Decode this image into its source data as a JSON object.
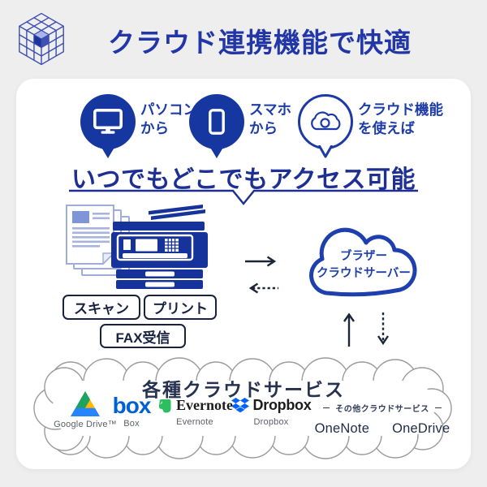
{
  "colors": {
    "background": "#eeeeef",
    "card": "#ffffff",
    "brand_blue": "#16379f",
    "title_blue": "#2236a8",
    "headline_navy": "#1d2f92",
    "dark_navy": "#18223f",
    "cloud_outline_blue": "#1e3fae",
    "services_border_gray": "#9b9b9b",
    "box_blue": "#0061d5",
    "dropbox_blue": "#0062ff",
    "evernote_green": "#2dbe60",
    "gdrive_green": "#1da261",
    "gdrive_yellow": "#ffba00",
    "gdrive_blue": "#2684fc"
  },
  "icons": {
    "header_logo": "isometric-cube-wireframe",
    "bubble1": "monitor-icon",
    "bubble2": "smartphone-icon",
    "bubble3": "cloud-sync-icon",
    "illustration": "printer-with-documents",
    "arrows": [
      "arrow-right-solid",
      "arrow-left-dashed",
      "arrow-up-solid",
      "arrow-down-dashed"
    ],
    "services": [
      "google-drive-triangle",
      "box-wordmark",
      "evernote-elephant",
      "dropbox-glyph"
    ]
  },
  "header": {
    "title": "クラウド連携機能で快適"
  },
  "bubbles": [
    {
      "label": "パソコン\nから"
    },
    {
      "label": "スマホ\nから"
    },
    {
      "label": "クラウド機能\nを使えば"
    }
  ],
  "headline": {
    "text": "いつでもどこでもアクセス可能"
  },
  "buttons": [
    {
      "label": "スキャン"
    },
    {
      "label": "プリント"
    },
    {
      "label": "FAX受信"
    }
  ],
  "cloud_server": {
    "line1": "ブラザー",
    "line2": "クラウドサーバー"
  },
  "services": {
    "title": "各種クラウドサービス",
    "items": [
      {
        "name": "Google Drive",
        "caption": "Google Drive™"
      },
      {
        "name": "box",
        "logo_text": "box",
        "caption": "Box"
      },
      {
        "name": "Evernote",
        "caption": "Evernote"
      },
      {
        "name": "Dropbox",
        "caption": "Dropbox"
      }
    ],
    "others": {
      "heading": "その他クラウドサービス",
      "items": [
        "OneNote",
        "OneDrive"
      ]
    }
  }
}
